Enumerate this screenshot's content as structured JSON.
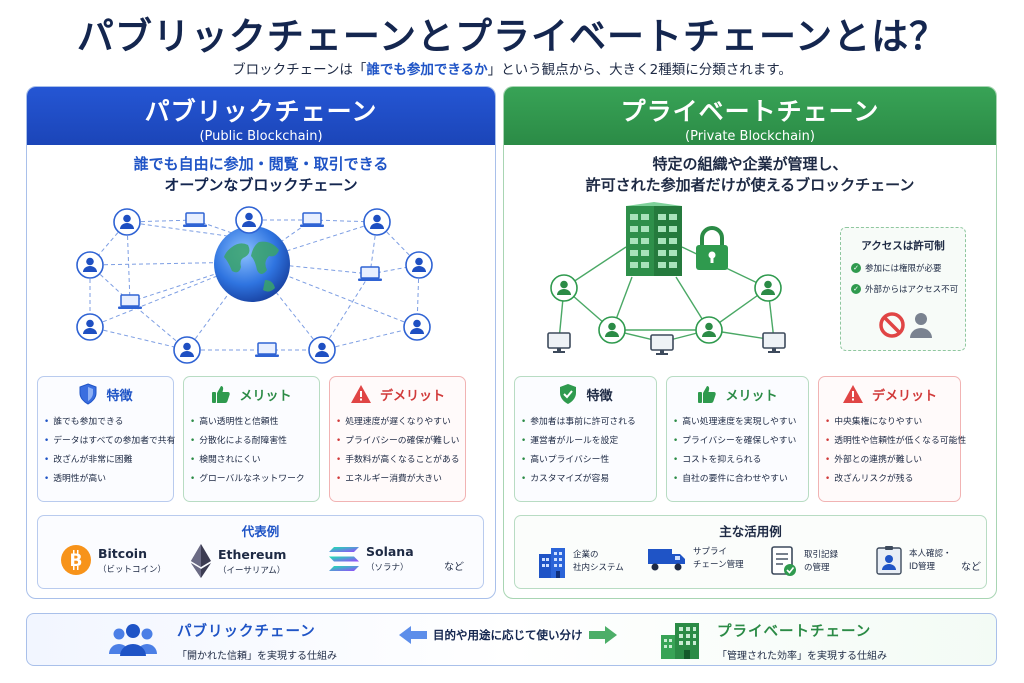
{
  "header": {
    "title": "パブリックチェーンとプライベートチェーンとは？",
    "subtitle_before": "ブロックチェーンは「",
    "subtitle_highlight": "誰でも参加できるか",
    "subtitle_after": "」という観点から、大きく2種類に分類されます。"
  },
  "public": {
    "title": "パブリックチェーン",
    "title_en": "(Public Blockchain)",
    "desc_line1": "誰でも自由に参加・閲覧・取引できる",
    "desc_line2": "オープンなブロックチェーン",
    "features": {
      "title": "特徴",
      "items": [
        "誰でも参加できる",
        "データはすべての参加者で共有",
        "改ざんが非常に困難",
        "透明性が高い"
      ]
    },
    "merits": {
      "title": "メリット",
      "items": [
        "高い透明性と信頼性",
        "分散化による耐障害性",
        "検閲されにくい",
        "グローバルなネットワーク"
      ]
    },
    "demerits": {
      "title": "デメリット",
      "items": [
        "処理速度が遅くなりやすい",
        "プライバシーの確保が難しい",
        "手数料が高くなることがある",
        "エネルギー消費が大きい"
      ]
    },
    "examples": {
      "title": "代表例",
      "items": [
        {
          "name": "Bitcoin",
          "sub": "（ビットコイン）"
        },
        {
          "name": "Ethereum",
          "sub": "（イーサリアム）"
        },
        {
          "name": "Solana",
          "sub": "（ソラナ）"
        }
      ],
      "etc": "など"
    }
  },
  "private": {
    "title": "プライベートチェーン",
    "title_en": "(Private Blockchain)",
    "desc_line1": "特定の組織や企業が管理し、",
    "desc_line2": "許可された参加者だけが使えるブロックチェーン",
    "access": {
      "title": "アクセスは許可制",
      "items": [
        "参加には権限が必要",
        "外部からはアクセス不可"
      ]
    },
    "features": {
      "title": "特徴",
      "items": [
        "参加者は事前に許可される",
        "運営者がルールを設定",
        "高いプライバシー性",
        "カスタマイズが容易"
      ]
    },
    "merits": {
      "title": "メリット",
      "items": [
        "高い処理速度を実現しやすい",
        "プライバシーを確保しやすい",
        "コストを抑えられる",
        "自社の要件に合わせやすい"
      ]
    },
    "demerits": {
      "title": "デメリット",
      "items": [
        "中央集権になりやすい",
        "透明性や信頼性が低くなる可能性",
        "外部との連携が難しい",
        "改ざんリスクが残る"
      ]
    },
    "uses": {
      "title": "主な活用例",
      "items": [
        {
          "l1": "企業の",
          "l2": "社内システム"
        },
        {
          "l1": "サプライ",
          "l2": "チェーン管理"
        },
        {
          "l1": "取引記録",
          "l2": "の管理"
        },
        {
          "l1": "本人確認・",
          "l2": "ID管理"
        }
      ],
      "etc": "など"
    }
  },
  "bottom": {
    "left_title": "パブリックチェーン",
    "left_sub": "「開かれた信頼」を実現する仕組み",
    "middle": "目的や用途に応じて使い分け",
    "right_title": "プライベートチェーン",
    "right_sub": "「管理された効率」を実現する仕組み"
  },
  "colors": {
    "public_blue": "#1f54c6",
    "private_green": "#2b8b46",
    "demerit_red": "#d13a3a",
    "title_navy": "#14264f"
  }
}
